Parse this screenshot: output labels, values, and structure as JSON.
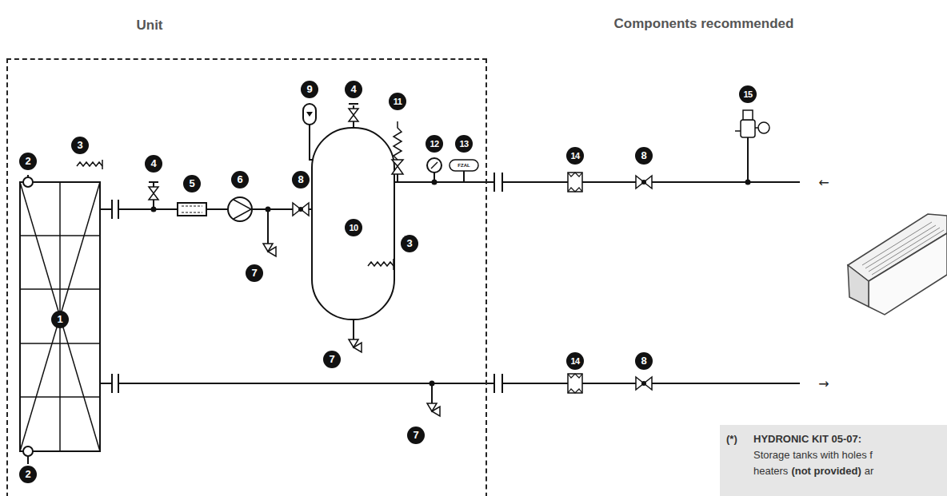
{
  "diagram": {
    "nodes": [
      {
        "text": [
          "Unit"
        ]
      },
      {
        "text": [
          "(*)",
          "HYDRONIC KIT 05-07:",
          "Storage tanks with holes f heaters",
          "(not provided)",
          "ar"
        ]
      }
    ],
    "edges": [],
    "labels": [
      "Components recommended",
      "9",
      "4",
      "11",
      "12",
      "13",
      "15",
      "FZAL",
      "2",
      "3",
      "4",
      "5",
      "6",
      "8",
      "10",
      "←",
      "14",
      "8",
      "3",
      "7",
      "1",
      "7",
      "14",
      "8",
      "→",
      "7",
      "2"
    ]
  }
}
